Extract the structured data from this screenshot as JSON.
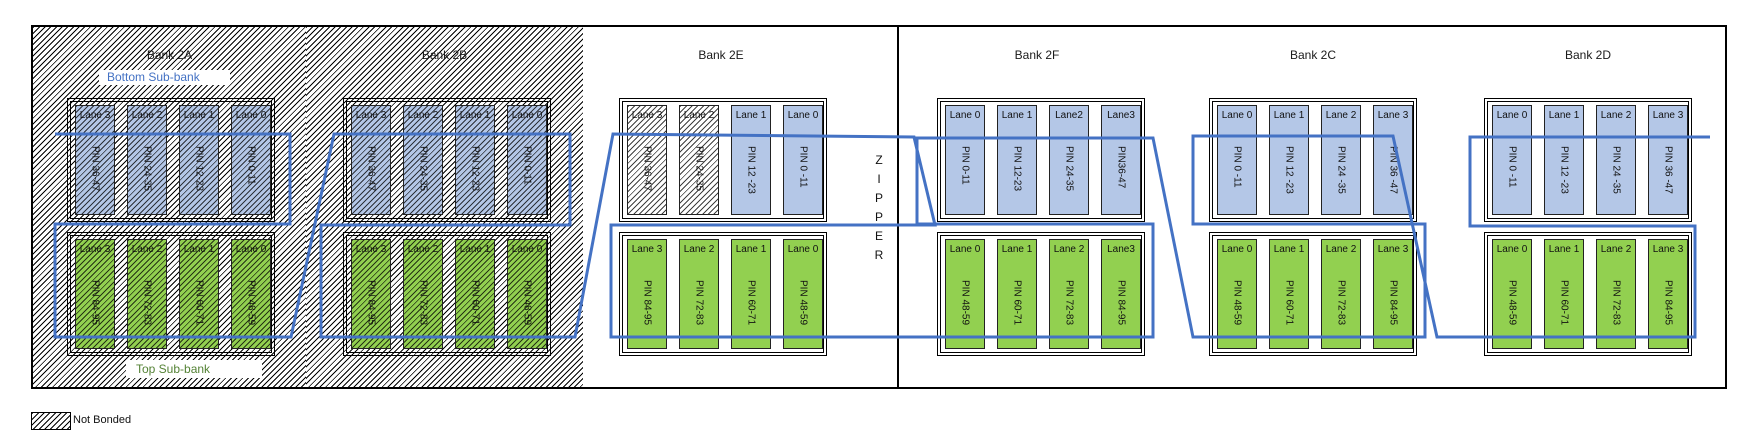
{
  "colors": {
    "bottom_subbank_fill": "#b4c7e7",
    "top_subbank_fill": "#92d050",
    "route_line": "#4472c4",
    "bottom_subbank_text": "#4472c4",
    "top_subbank_text": "#548235"
  },
  "labels": {
    "bottom_subbank": "Bottom Sub-bank",
    "top_subbank": "Top Sub-bank"
  },
  "zipper": {
    "letters": [
      "Z",
      "I",
      "P",
      "P",
      "E",
      "R"
    ]
  },
  "legend": {
    "swatch": "hatch-pattern",
    "label": "Not Bonded"
  },
  "banks": [
    {
      "name": "Bank 2A",
      "not_bonded": true,
      "top_row": [
        {
          "lane": "Lane 3",
          "pins": "PIN 36-47",
          "bonded": false
        },
        {
          "lane": "Lane 2",
          "pins": "PIN 24-35",
          "bonded": false
        },
        {
          "lane": "Lane 1",
          "pins": "PIN 12-23",
          "bonded": false
        },
        {
          "lane": "Lane 0",
          "pins": "PIN 0-11",
          "bonded": false
        }
      ],
      "bottom_row": [
        {
          "lane": "Lane 3",
          "pins": "PIN 84-95",
          "bonded": false
        },
        {
          "lane": "Lane 2",
          "pins": "PIN 72-83",
          "bonded": false
        },
        {
          "lane": "Lane 1",
          "pins": "PIN 60-71",
          "bonded": false
        },
        {
          "lane": "Lane 0",
          "pins": "PIN 48-59",
          "bonded": false
        }
      ]
    },
    {
      "name": "Bank 2B",
      "not_bonded": true,
      "top_row": [
        {
          "lane": "Lane 3",
          "pins": "PIN 36-47",
          "bonded": false
        },
        {
          "lane": "Lane 2",
          "pins": "PIN 24-35",
          "bonded": false
        },
        {
          "lane": "Lane 1",
          "pins": "PIN 12-23",
          "bonded": false
        },
        {
          "lane": "Lane 0",
          "pins": "PIN 0-11",
          "bonded": false
        }
      ],
      "bottom_row": [
        {
          "lane": "Lane 3",
          "pins": "PIN 84-95",
          "bonded": false
        },
        {
          "lane": "Lane 2",
          "pins": "PIN 72-83",
          "bonded": false
        },
        {
          "lane": "Lane 1",
          "pins": "PIN 60-71",
          "bonded": false
        },
        {
          "lane": "Lane 0",
          "pins": "PIN 48-59",
          "bonded": false
        }
      ]
    },
    {
      "name": "Bank 2E",
      "not_bonded": false,
      "top_row": [
        {
          "lane": "Lane 3",
          "pins": "PIN 36-47",
          "bonded": false
        },
        {
          "lane": "Lane 2",
          "pins": "PIN 24-35",
          "bonded": false
        },
        {
          "lane": "Lane 1",
          "pins": "PIN 12 -23",
          "bonded": true
        },
        {
          "lane": "Lane 0",
          "pins": "PIN 0 -11",
          "bonded": true
        }
      ],
      "bottom_row": [
        {
          "lane": "Lane 3",
          "pins": "PIN 84-95",
          "bonded": true
        },
        {
          "lane": "Lane 2",
          "pins": "PIN 72-83",
          "bonded": true
        },
        {
          "lane": "Lane 1",
          "pins": "PIN 60-71",
          "bonded": true
        },
        {
          "lane": "Lane 0",
          "pins": "PIN 48-59",
          "bonded": true
        }
      ]
    },
    {
      "name": "Bank 2F",
      "not_bonded": false,
      "top_row": [
        {
          "lane": "Lane 0",
          "pins": "PIN 0-11",
          "bonded": true
        },
        {
          "lane": "Lane 1",
          "pins": "PIN 12-23",
          "bonded": true
        },
        {
          "lane": "Lane2",
          "pins": "PIN 24-35",
          "bonded": true
        },
        {
          "lane": "Lane3",
          "pins": "PIN36-47",
          "bonded": true
        }
      ],
      "bottom_row": [
        {
          "lane": "Lane 0",
          "pins": "PIN 48-59",
          "bonded": true
        },
        {
          "lane": "Lane 1",
          "pins": "PIN 60-71",
          "bonded": true
        },
        {
          "lane": "Lane 2",
          "pins": "PIN 72-83",
          "bonded": true
        },
        {
          "lane": "Lane3",
          "pins": "PIN 84-95",
          "bonded": true
        }
      ]
    },
    {
      "name": "Bank 2C",
      "not_bonded": false,
      "top_row": [
        {
          "lane": "Lane 0",
          "pins": "PIN 0 -11",
          "bonded": true
        },
        {
          "lane": "Lane 1",
          "pins": "PIN 12 -23",
          "bonded": true
        },
        {
          "lane": "Lane 2",
          "pins": "PIN 24 -35",
          "bonded": true
        },
        {
          "lane": "Lane 3",
          "pins": "PIN 36 -47",
          "bonded": true
        }
      ],
      "bottom_row": [
        {
          "lane": "Lane 0",
          "pins": "PIN 48-59",
          "bonded": true
        },
        {
          "lane": "Lane 1",
          "pins": "PIN 60-71",
          "bonded": true
        },
        {
          "lane": "Lane 2",
          "pins": "PIN 72-83",
          "bonded": true
        },
        {
          "lane": "Lane 3",
          "pins": "PIN 84-95",
          "bonded": true
        }
      ]
    },
    {
      "name": "Bank 2D",
      "not_bonded": false,
      "top_row": [
        {
          "lane": "Lane 0",
          "pins": "PIN 0 -11",
          "bonded": true
        },
        {
          "lane": "Lane 1",
          "pins": "PIN 12 -23",
          "bonded": true
        },
        {
          "lane": "Lane 2",
          "pins": "PIN 24 -35",
          "bonded": true
        },
        {
          "lane": "Lane 3",
          "pins": "PIN 36 -47",
          "bonded": true
        }
      ],
      "bottom_row": [
        {
          "lane": "Lane 0",
          "pins": "PIN 48-59",
          "bonded": true
        },
        {
          "lane": "Lane 1",
          "pins": "PIN 60-71",
          "bonded": true
        },
        {
          "lane": "Lane 2",
          "pins": "PIN 72-83",
          "bonded": true
        },
        {
          "lane": "Lane 3",
          "pins": "PIN 84-95",
          "bonded": true
        }
      ]
    }
  ]
}
